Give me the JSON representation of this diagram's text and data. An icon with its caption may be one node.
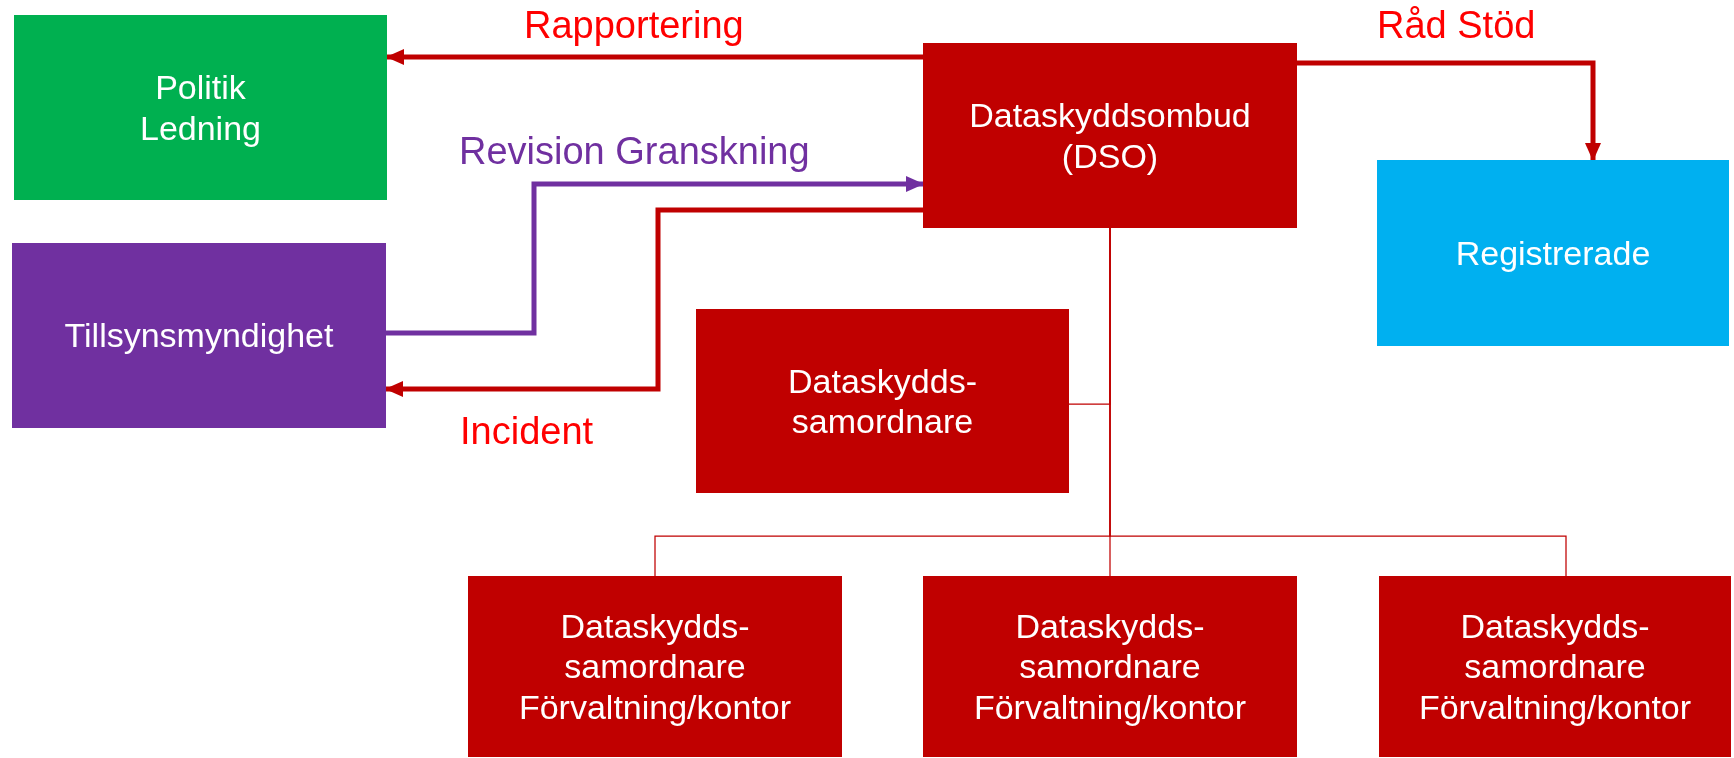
{
  "diagram": {
    "nodes": [
      {
        "text": [
          "Politik Ledning"
        ]
      },
      {
        "text": [
          "Tillsynsmyndighet"
        ]
      },
      {
        "text": [
          "Dataskyddsombud (DSO)"
        ]
      },
      {
        "text": [
          "Registrerade"
        ]
      },
      {
        "text": [
          "Dataskydds-samordnare"
        ]
      },
      {
        "text": [
          "Dataskydds-samordnare Förvaltning/kontor"
        ]
      },
      {
        "text": [
          "Dataskydds-samordnare Förvaltning/kontor"
        ]
      },
      {
        "text": [
          "Dataskydds-samordnare Förvaltning/kontor"
        ]
      }
    ],
    "edges": [
      {
        "from": 2,
        "to": 0,
        "arrow": "to",
        "label": "Rapportering",
        "style": "thick"
      },
      {
        "from": 1,
        "to": 2,
        "arrow": "to",
        "label": "Revision Granskning",
        "style": "thick",
        "color": "#7030a0"
      },
      {
        "from": 2,
        "to": 1,
        "arrow": "to",
        "label": "Incident",
        "style": "thick"
      },
      {
        "from": 2,
        "to": 3,
        "arrow": "to",
        "label": "Råd Stöd",
        "style": "thick"
      },
      {
        "from": 2,
        "to": 4,
        "arrow": "none"
      },
      {
        "from": 2,
        "to": 5,
        "arrow": "none"
      },
      {
        "from": 2,
        "to": 6,
        "arrow": "none"
      },
      {
        "from": 2,
        "to": 7,
        "arrow": "none"
      }
    ]
  }
}
